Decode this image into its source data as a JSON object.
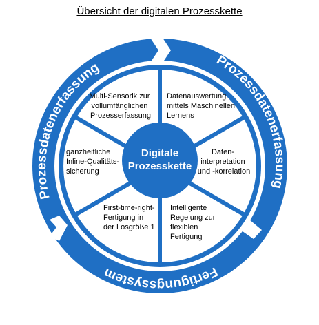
{
  "title": "Übersicht der digitalen Prozesskette",
  "colors": {
    "primary": "#1f6fc4",
    "background": "#ffffff",
    "text": "#000000"
  },
  "ring_labels": {
    "left": "Prozessdatenerfassung",
    "right": "Prozessdatenerfassung",
    "bottom": "Fertigungssystem"
  },
  "center": {
    "line1": "Digitale",
    "line2": "Prozesskette"
  },
  "segments": [
    {
      "id": "top-left",
      "lines": [
        "Multi-Sensorik zur",
        "vollumfänglichen",
        "Prozesserfassung"
      ]
    },
    {
      "id": "top-right",
      "lines": [
        "Datenauswertung",
        "mittels Maschinellen",
        "Lernens"
      ]
    },
    {
      "id": "right",
      "lines": [
        "Daten-",
        "interpretation",
        "und -korrelation"
      ]
    },
    {
      "id": "bottom-right",
      "lines": [
        "Intelligente",
        "Regelung zur",
        "flexiblen",
        "Fertigung"
      ]
    },
    {
      "id": "bottom-left",
      "lines": [
        "First-time-right-",
        "Fertigung in",
        "der Losgröße 1"
      ]
    },
    {
      "id": "left",
      "lines": [
        "ganzheitliche",
        "Inline-Qualitäts-",
        "sicherung"
      ]
    }
  ]
}
